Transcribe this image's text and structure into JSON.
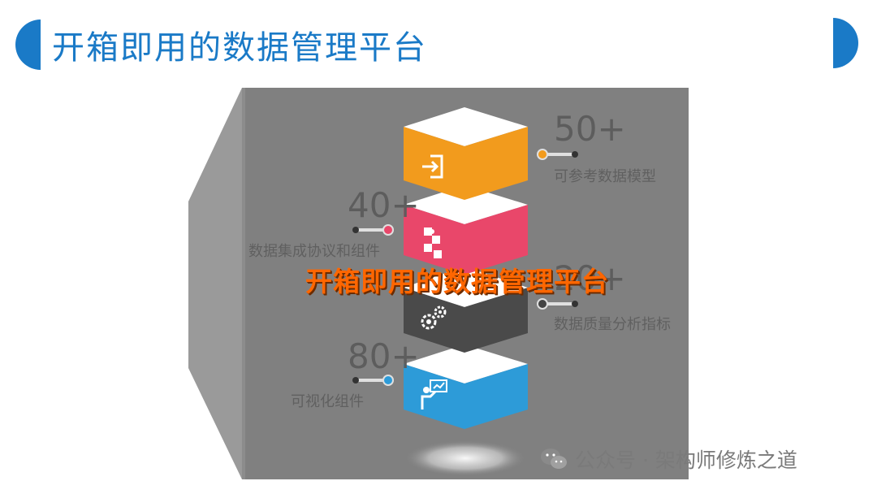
{
  "title": "开箱即用的数据管理平台",
  "overlay_title": "开箱即用的数据管理平台",
  "stats": [
    {
      "number": "50+",
      "label": "可参考数据模型",
      "color": "#f29b1d"
    },
    {
      "number": "40+",
      "label": "数据集成协议和组件",
      "color": "#e9476a"
    },
    {
      "number": "20+",
      "label": "数据质量分析指标",
      "color": "#444444"
    },
    {
      "number": "80+",
      "label": "可视化组件",
      "color": "#2d9bd8"
    }
  ],
  "watermark": "公众号 · 架构师修炼之道",
  "icons": [
    "login-icon",
    "puzzle-icon",
    "gears-icon",
    "presenter-icon",
    "wechat-icon"
  ],
  "colors": {
    "title": "#1a7ac7",
    "accent": "#1a7ac7",
    "overlay": "#ff6600",
    "stage": "#808080"
  }
}
